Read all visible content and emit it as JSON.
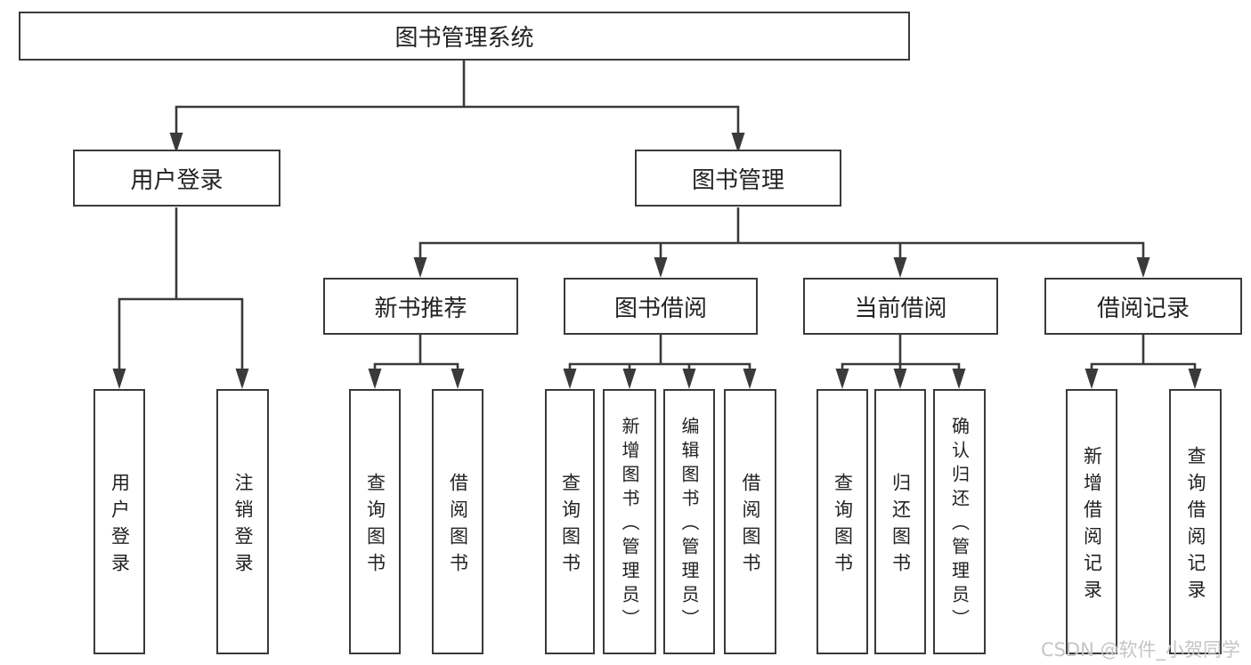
{
  "title": "图书管理系统",
  "colors": {
    "line": "#3a3a3a",
    "text": "#222222",
    "box_fill": "#ffffff",
    "watermark": "#c5c5c5",
    "page_bg": "#ffffff"
  },
  "nodes": {
    "root": {
      "label": "图书管理系统"
    },
    "user_login": {
      "label": "用户登录"
    },
    "book_mgmt": {
      "label": "图书管理"
    },
    "new_book_rec": {
      "label": "新书推荐"
    },
    "book_borrow": {
      "label": "图书借阅"
    },
    "current_borrow": {
      "label": "当前借阅"
    },
    "borrow_record": {
      "label": "借阅记录"
    },
    "l_user_login": {
      "label": "用户登录"
    },
    "l_logout": {
      "label": "注销登录"
    },
    "l_query1": {
      "label": "查询图书"
    },
    "l_borrow1": {
      "label": "借阅图书"
    },
    "l_query2": {
      "label": "查询图书"
    },
    "l_add_book": {
      "label": "新增图书（管理员）"
    },
    "l_edit_book": {
      "label": "编辑图书（管理员）"
    },
    "l_borrow2": {
      "label": "借阅图书"
    },
    "l_query3": {
      "label": "查询图书"
    },
    "l_return": {
      "label": "归还图书"
    },
    "l_confirm_return": {
      "label": "确认归还（管理员）"
    },
    "l_add_record": {
      "label": "新增借阅记录"
    },
    "l_query_record": {
      "label": "查询借阅记录"
    }
  },
  "watermark": "CSDN @软件_小贺同学"
}
